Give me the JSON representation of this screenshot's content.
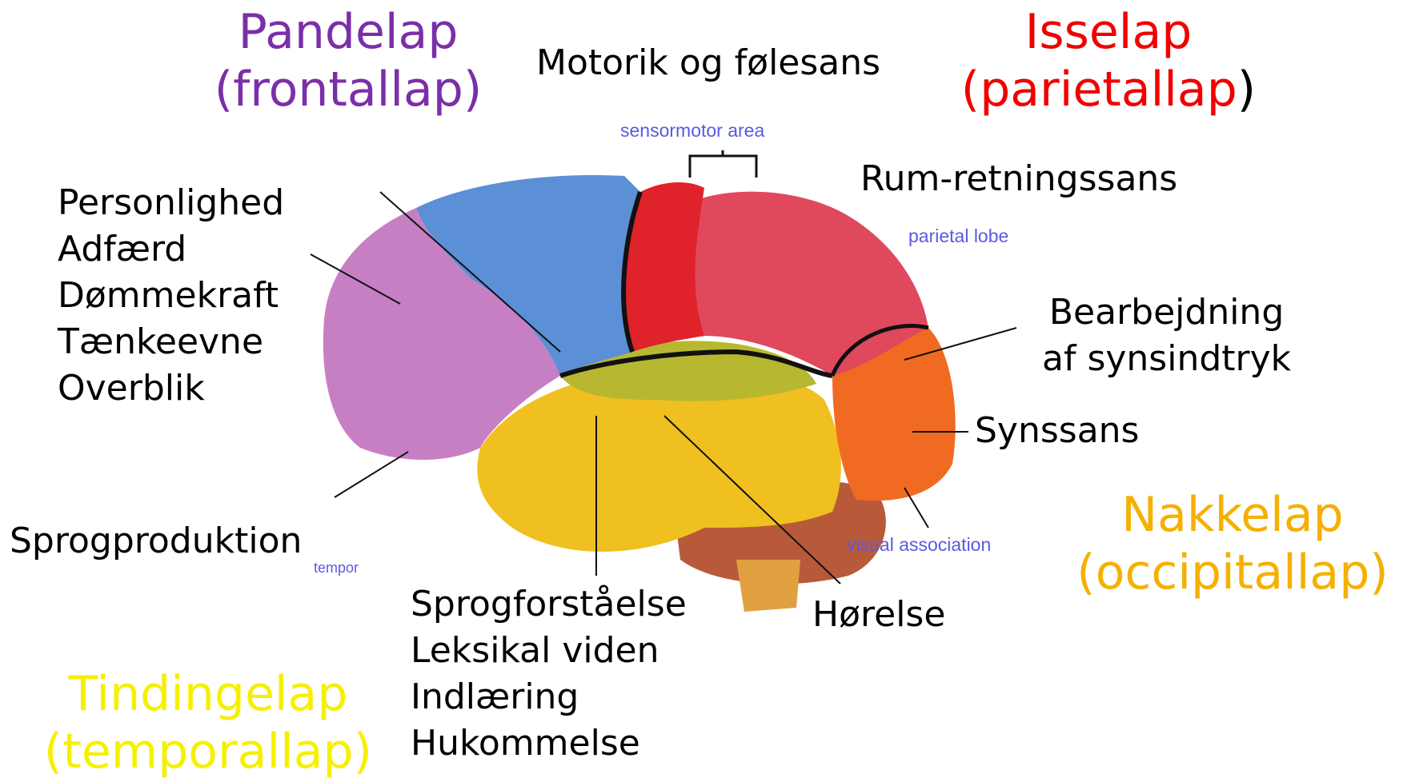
{
  "lobes": {
    "frontal": {
      "line1": "Pandelap",
      "line2": "(frontallap)",
      "color": "#7a2fa8"
    },
    "parietal": {
      "line1": "Isselap",
      "line2": "(parietallap",
      "line2_suffix": ")",
      "color": "#f00000"
    },
    "occipital": {
      "line1": "Nakkelap",
      "line2": "(occipitallap)",
      "color": "#f5b000"
    },
    "temporal": {
      "line1": "Tindingelap",
      "line2": "(temporallap)",
      "color": "#f5f000"
    }
  },
  "functions": {
    "motor": "Motorik og følesans",
    "spatial": "Rum-retningssans",
    "frontal_list": [
      "Personlighed",
      "Adfærd",
      "Dømmekraft",
      "Tænkeevne",
      "Overblik"
    ],
    "visual_processing": [
      "Bearbejdning",
      "af synsindtryk"
    ],
    "vision": "Synssans",
    "speech_production": "Sprogproduktion",
    "hearing": "Hørelse",
    "temporal_list": [
      "Sprogforståelse",
      "Leksikal viden",
      "Indlæring",
      "Hukommelse"
    ]
  },
  "embedded_labels": {
    "sensormotor": "sensormotor area",
    "parietal": "parietal lobe",
    "visual_association": "visual association",
    "temporal_fragment": "tempor"
  },
  "region_colors": {
    "frontal": "#c77fc4",
    "motor": "#5b8fd6",
    "sensory": "#e0222a",
    "parietal": "#e0485e",
    "occipital": "#f06a22",
    "temporal": "#f0c020",
    "cerebellum": "#b85a3a"
  }
}
